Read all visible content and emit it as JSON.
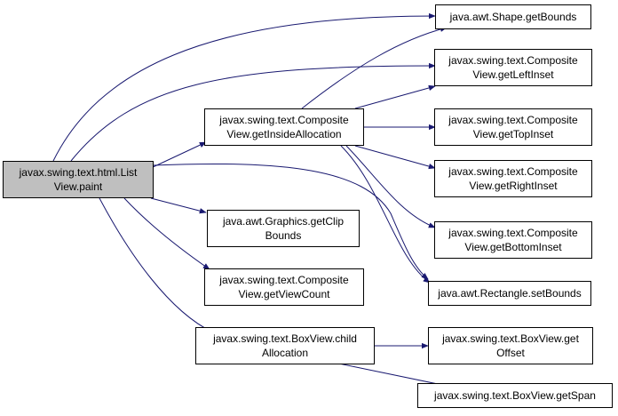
{
  "colors": {
    "edge": "#191970",
    "node_border": "#000000",
    "root_fill": "#bfbfbf",
    "node_fill": "#ffffff"
  },
  "nodes": {
    "root": {
      "line1": "javax.swing.text.html.List",
      "line2": "View.paint"
    },
    "getBounds": {
      "line1": "java.awt.Shape.getBounds"
    },
    "leftInset": {
      "line1": "javax.swing.text.Composite",
      "line2": "View.getLeftInset"
    },
    "insideAlloc": {
      "line1": "javax.swing.text.Composite",
      "line2": "View.getInsideAllocation"
    },
    "topInset": {
      "line1": "javax.swing.text.Composite",
      "line2": "View.getTopInset"
    },
    "rightInset": {
      "line1": "javax.swing.text.Composite",
      "line2": "View.getRightInset"
    },
    "clipBounds": {
      "line1": "java.awt.Graphics.getClip",
      "line2": "Bounds"
    },
    "bottomInset": {
      "line1": "javax.swing.text.Composite",
      "line2": "View.getBottomInset"
    },
    "viewCount": {
      "line1": "javax.swing.text.Composite",
      "line2": "View.getViewCount"
    },
    "setBounds": {
      "line1": "java.awt.Rectangle.setBounds"
    },
    "childAlloc": {
      "line1": "javax.swing.text.BoxView.child",
      "line2": "Allocation"
    },
    "getOffset": {
      "line1": "javax.swing.text.BoxView.get",
      "line2": "Offset"
    },
    "getSpan": {
      "line1": "javax.swing.text.BoxView.getSpan"
    }
  }
}
